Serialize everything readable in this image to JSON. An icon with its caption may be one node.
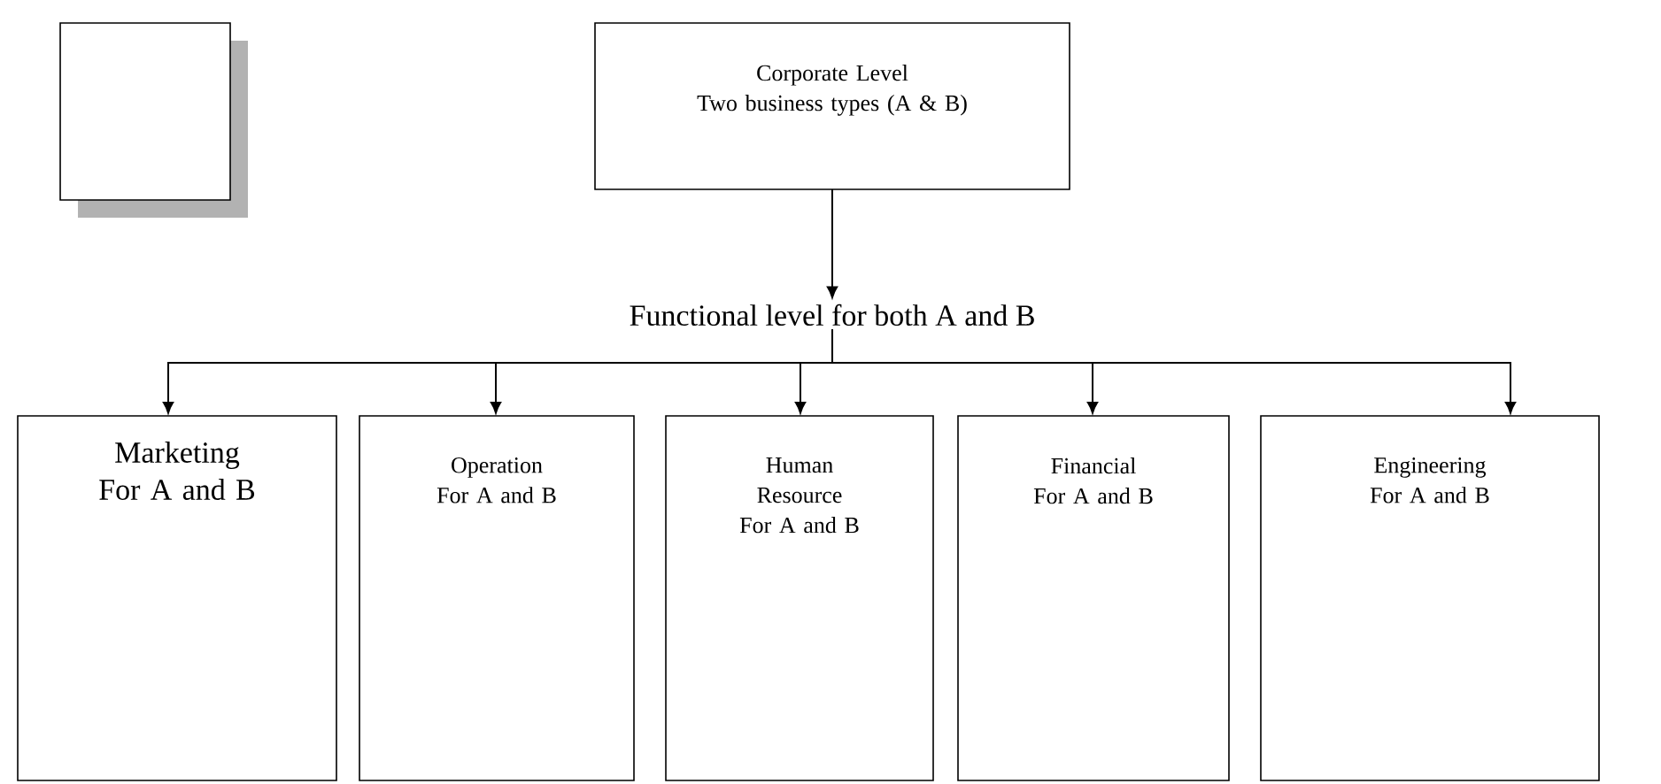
{
  "diagram": {
    "nodes": [
      {
        "text": [],
        "shape": "box"
      },
      {
        "text": [
          "Corporate Level",
          "Two business types (A & B)"
        ]
      },
      {
        "text": [
          "Functional level for both A and B"
        ]
      },
      {
        "text": [
          "Marketing For A and B"
        ]
      },
      {
        "text": [
          "Operation For A and B"
        ]
      },
      {
        "text": [
          "Human Resource For A and B"
        ]
      },
      {
        "text": [
          "Financial For A and B"
        ]
      },
      {
        "text": [
          "Engineering For A and B"
        ]
      }
    ],
    "edges": [
      {
        "from": 1,
        "to": 2,
        "arrow": "to"
      },
      {
        "from": 2,
        "to": 3,
        "arrow": "to"
      },
      {
        "from": 2,
        "to": 4,
        "arrow": "to"
      },
      {
        "from": 2,
        "to": 5,
        "arrow": "to"
      },
      {
        "from": 2,
        "to": 6,
        "arrow": "to"
      },
      {
        "from": 2,
        "to": 7,
        "arrow": "to"
      }
    ]
  }
}
